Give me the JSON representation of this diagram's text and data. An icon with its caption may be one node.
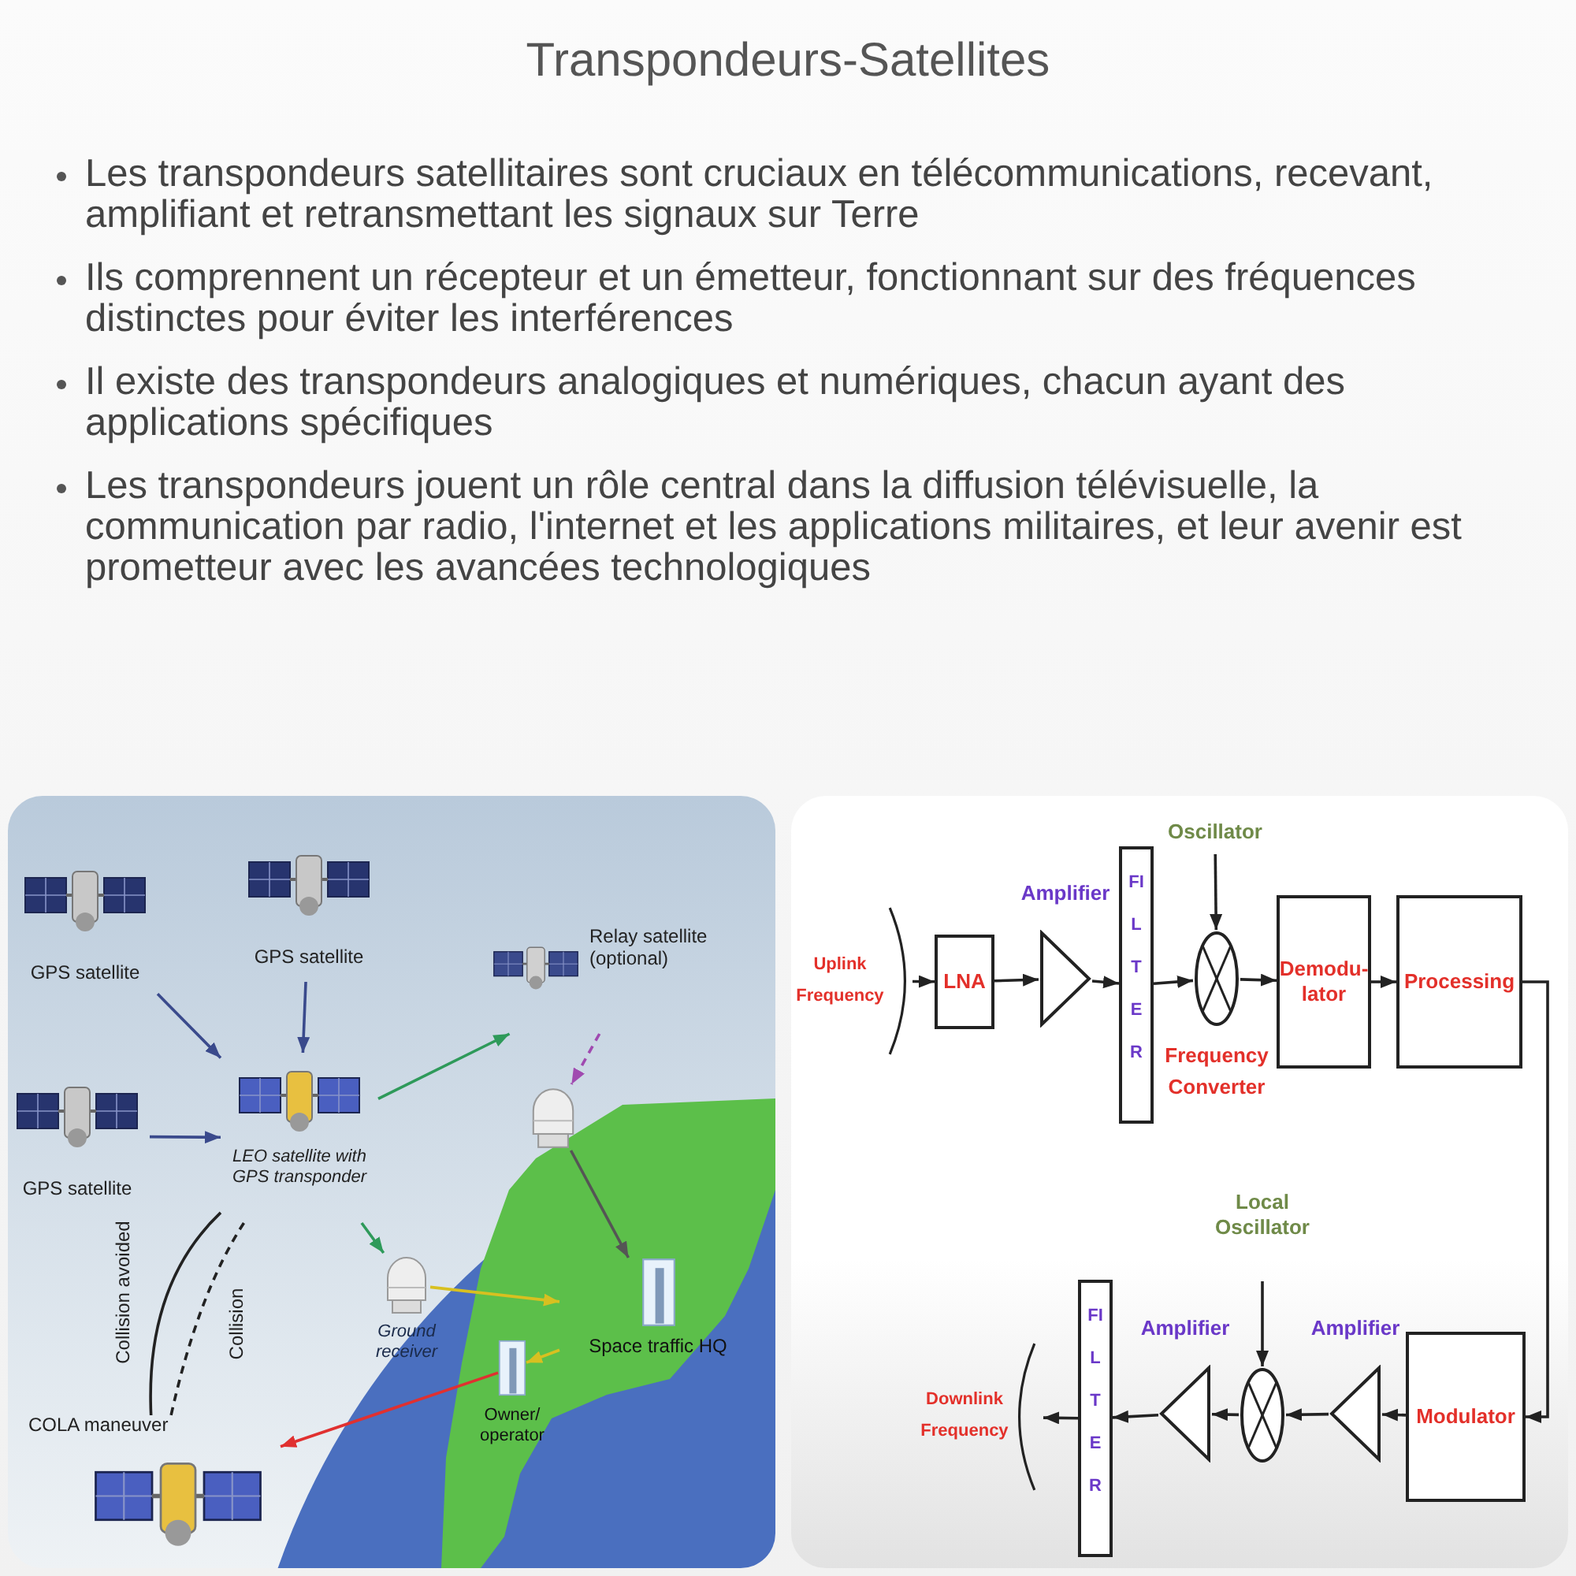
{
  "diagram": {
    "title": "Transpondeurs-Satellites",
    "labels": [
      "Les transpondeurs satellitaires sont cruciaux en télécommunications, recevant, amplifiant et retransmettant les signaux sur Terre",
      "Ils comprennent un récepteur et un émetteur, fonctionnant sur des fréquences distinctes pour éviter les interférences",
      "Il existe des transpondeurs analogiques et numériques, chacun ayant des applications spécifiques",
      "Les transpondeurs jouent un rôle central dans la diffusion télévisuelle, la communication par radio, l'internet et les applications militaires, et leur avenir est prometteur avec les avancées technologiques"
    ],
    "nodes": [
      {
        "text": [
          "GPS satellite"
        ]
      },
      {
        "text": [
          "GPS satellite"
        ]
      },
      {
        "text": [
          "Relay satellite (optional)"
        ]
      },
      {
        "text": [
          "GPS satellite"
        ]
      },
      {
        "text": [
          "LEO satellite with GPS transponder"
        ]
      },
      {
        "text": [],
        "shape": "picture"
      },
      {
        "text": [
          "Ground receiver"
        ]
      },
      {
        "text": [
          "Space traffic HQ"
        ]
      },
      {
        "text": [
          "Owner/ operator"
        ]
      },
      {
        "text": [
          "COLA maneuver"
        ]
      },
      {
        "text": [
          "Uplink Frequency"
        ]
      },
      {
        "text": [
          "LNA"
        ]
      },
      {
        "text": [
          "Amplifier"
        ]
      },
      {
        "text": [
          "FILTER"
        ]
      },
      {
        "text": [
          "Oscillator"
        ]
      },
      {
        "text": [
          "Frequency Converter"
        ]
      },
      {
        "text": [
          "Demodu-lator"
        ]
      },
      {
        "text": [
          "Processing"
        ]
      },
      {
        "text": [
          "Local Oscillator"
        ]
      },
      {
        "text": [
          "Downlink Frequency"
        ]
      },
      {
        "text": [
          "FILTER"
        ]
      },
      {
        "text": [
          "Amplifier"
        ]
      },
      {
        "text": [],
        "shape": "circle"
      },
      {
        "text": [
          "Amplifier"
        ]
      },
      {
        "text": [
          "Modulator"
        ]
      }
    ],
    "edges": [
      {
        "from": 0,
        "to": 4,
        "arrow": "to",
        "color": "#3a4a8c"
      },
      {
        "from": 1,
        "to": 4,
        "arrow": "to",
        "color": "#3a4a8c"
      },
      {
        "from": 3,
        "to": 4,
        "arrow": "to",
        "color": "#3a4a8c"
      },
      {
        "from": 4,
        "to": 2,
        "arrow": "to",
        "color": "#2e9a5a"
      },
      {
        "from": 2,
        "to": 5,
        "arrow": "to",
        "color": "#a04ab0",
        "style": "dashed"
      },
      {
        "from": 4,
        "to": 6,
        "arrow": "to",
        "color": "#2e9a5a"
      },
      {
        "from": 5,
        "to": 7,
        "arrow": "to",
        "color": "#555555"
      },
      {
        "from": 6,
        "to": 7,
        "arrow": "to",
        "color": "#d8c020"
      },
      {
        "from": 7,
        "to": 8,
        "arrow": "to",
        "color": "#d8c020"
      },
      {
        "from": 8,
        "to": 9,
        "arrow": "to",
        "color": "#e03030"
      },
      {
        "from": 4,
        "to": 9,
        "arrow": "none",
        "label": "Collision avoided"
      },
      {
        "from": 4,
        "to": 9,
        "arrow": "none",
        "label": "Collision",
        "style": "dashed"
      },
      {
        "from": 10,
        "to": 11,
        "arrow": "to"
      },
      {
        "from": 11,
        "to": 12,
        "arrow": "to"
      },
      {
        "from": 12,
        "to": 13,
        "arrow": "to"
      },
      {
        "from": 13,
        "to": 15,
        "arrow": "to"
      },
      {
        "from": 14,
        "to": 15,
        "arrow": "to"
      },
      {
        "from": 15,
        "to": 16,
        "arrow": "to"
      },
      {
        "from": 16,
        "to": 17,
        "arrow": "to"
      },
      {
        "from": 17,
        "to": 24,
        "arrow": "to"
      },
      {
        "from": 24,
        "to": 23,
        "arrow": "to"
      },
      {
        "from": 23,
        "to": 22,
        "arrow": "to"
      },
      {
        "from": 18,
        "to": 22,
        "arrow": "to"
      },
      {
        "from": 22,
        "to": 21,
        "arrow": "to"
      },
      {
        "from": 21,
        "to": 20,
        "arrow": "to"
      },
      {
        "from": 20,
        "to": 19,
        "arrow": "to"
      }
    ]
  }
}
